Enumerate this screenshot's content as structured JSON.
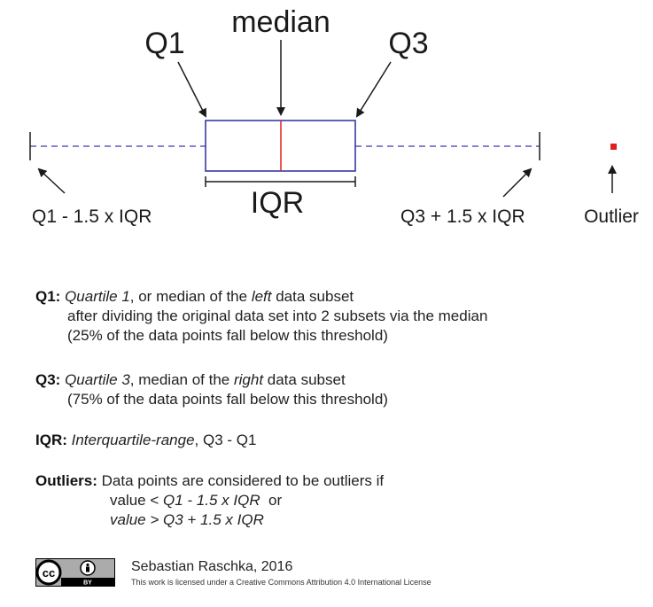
{
  "diagram": {
    "labels": {
      "q1": "Q1",
      "median": "median",
      "q3": "Q3",
      "iqr": "IQR",
      "lower_fence": "Q1 - 1.5 x IQR",
      "upper_fence": "Q3 + 1.5 x IQR",
      "outlier": "Outlier"
    },
    "colors": {
      "box": "#2b2b9e",
      "median": "#e02020",
      "whisker": "#3a3ab0",
      "outlier": "#e02020",
      "text": "#1a1a1a"
    }
  },
  "definitions": {
    "q1": {
      "term": "Q1:",
      "em1": "Quartile 1",
      "text1": ", or median of the ",
      "em2": "left",
      "text2": " data subset",
      "line2": "after dividing the original data set into 2 subsets via the median",
      "line3": "(25% of the data points fall below this threshold)"
    },
    "q3": {
      "term": "Q3:",
      "em1": "Quartile 3",
      "text1": ", median of the ",
      "em2": "right",
      "text2": " data subset",
      "line2": "(75% of the data points fall below this threshold)"
    },
    "iqr": {
      "term": "IQR:",
      "em1": "Interquartile-range",
      "text1": ", Q3 - Q1"
    },
    "outliers": {
      "term": "Outliers:",
      "text1": " Data points are considered to be outliers if",
      "line2_pre": "value < ",
      "line2_em": "Q1 - 1.5 x IQR",
      "line2_post": "  or",
      "line3_em": "value > Q3 + 1.5 x IQR"
    }
  },
  "footer": {
    "badge_cc": "cc",
    "badge_by": "BY",
    "author": "Sebastian Raschka, 2016",
    "license": "This work is licensed under a Creative Commons Attribution 4.0 International License"
  }
}
